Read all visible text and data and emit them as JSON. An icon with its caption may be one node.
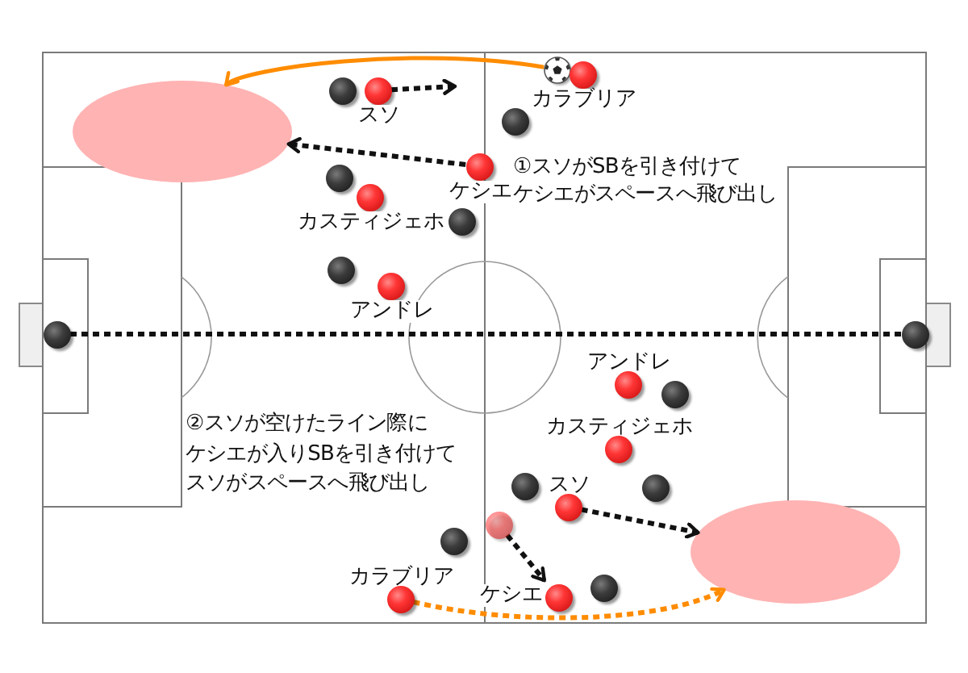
{
  "diagram": {
    "nodes": [
      {
        "text": [],
        "shape": "ball"
      },
      {
        "text": [
          "カラブリア"
        ]
      },
      {
        "text": [],
        "shape": "ellipse"
      },
      {
        "text": [],
        "shape": "circle"
      },
      {
        "text": [
          "スソ"
        ]
      },
      {
        "text": [],
        "shape": "circle"
      },
      {
        "text": [
          "ケシエ"
        ]
      },
      {
        "text": [],
        "shape": "circle"
      },
      {
        "text": [
          "カスティジェホ"
        ]
      },
      {
        "text": [],
        "shape": "circle"
      },
      {
        "text": [],
        "shape": "circle"
      },
      {
        "text": [
          "アンドレ"
        ]
      },
      {
        "text": [],
        "shape": "circle"
      },
      {
        "text": [],
        "shape": "circle"
      },
      {
        "text": [
          "アンドレ"
        ]
      },
      {
        "text": [],
        "shape": "circle"
      },
      {
        "text": [
          "カスティジェホ"
        ]
      },
      {
        "text": [],
        "shape": "circle"
      },
      {
        "text": [],
        "shape": "circle"
      },
      {
        "text": [
          "スソ"
        ]
      },
      {
        "text": [],
        "shape": "ellipse"
      },
      {
        "text": [],
        "shape": "circle"
      },
      {
        "text": [],
        "shape": "circle"
      },
      {
        "text": [],
        "shape": "circle"
      },
      {
        "text": [
          "ケシエ"
        ]
      },
      {
        "text": [
          "カラブリア"
        ]
      }
    ],
    "edges": [
      {
        "from": 4,
        "to": null,
        "arrow": "to",
        "style": "dashed"
      },
      {
        "from": 0,
        "to": 2,
        "arrow": "to",
        "color": "#ff8c00"
      },
      {
        "from": 6,
        "to": 2,
        "arrow": "to",
        "style": "dashed"
      },
      {
        "from": 12,
        "to": 13,
        "arrow": "none",
        "style": "dashed"
      },
      {
        "from": 19,
        "to": 20,
        "arrow": "to",
        "style": "dashed"
      },
      {
        "from": 21,
        "to": 24,
        "arrow": "to",
        "style": "dashed"
      },
      {
        "from": 25,
        "to": 20,
        "arrow": "to",
        "style": "dashed",
        "color": "#ff8c00"
      }
    ],
    "labels": [
      "①スソがSBを引き付けてケシエがスペースへ飛び出し",
      "②スソが空けたライン際にケシエが入りSBを引き付けてスソがスペースへ飛び出し"
    ]
  }
}
